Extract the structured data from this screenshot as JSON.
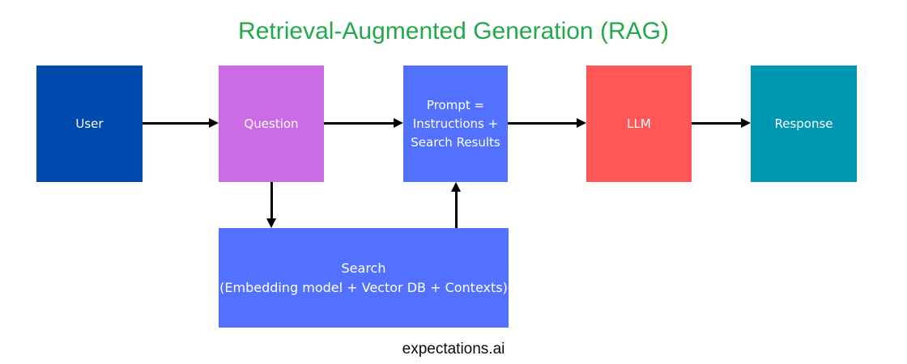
{
  "title": "Retrieval-Augmented Generation (RAG)",
  "footer": "expectations.ai",
  "colors": {
    "title_green": "#23a84c",
    "user_blue": "#004aad",
    "question_purple": "#cb6ce6",
    "prompt_blue": "#5271ff",
    "llm_red": "#ff5757",
    "response_teal": "#0097b2",
    "search_blue": "#5271ff",
    "arrow_black": "#000000",
    "node_text": "#ffffff"
  },
  "nodes": {
    "user": {
      "label": "User"
    },
    "question": {
      "label": "Question"
    },
    "prompt": {
      "lines": [
        "Prompt =",
        "Instructions +",
        "Search Results"
      ]
    },
    "llm": {
      "label": "LLM"
    },
    "response": {
      "label": "Response"
    },
    "search": {
      "label": "Search",
      "sublabel": "(Embedding model + Vector DB + Contexts)"
    }
  },
  "edges": [
    {
      "from": "user",
      "to": "question"
    },
    {
      "from": "question",
      "to": "prompt"
    },
    {
      "from": "prompt",
      "to": "llm"
    },
    {
      "from": "llm",
      "to": "response"
    },
    {
      "from": "question",
      "to": "search"
    },
    {
      "from": "search",
      "to": "prompt"
    }
  ]
}
